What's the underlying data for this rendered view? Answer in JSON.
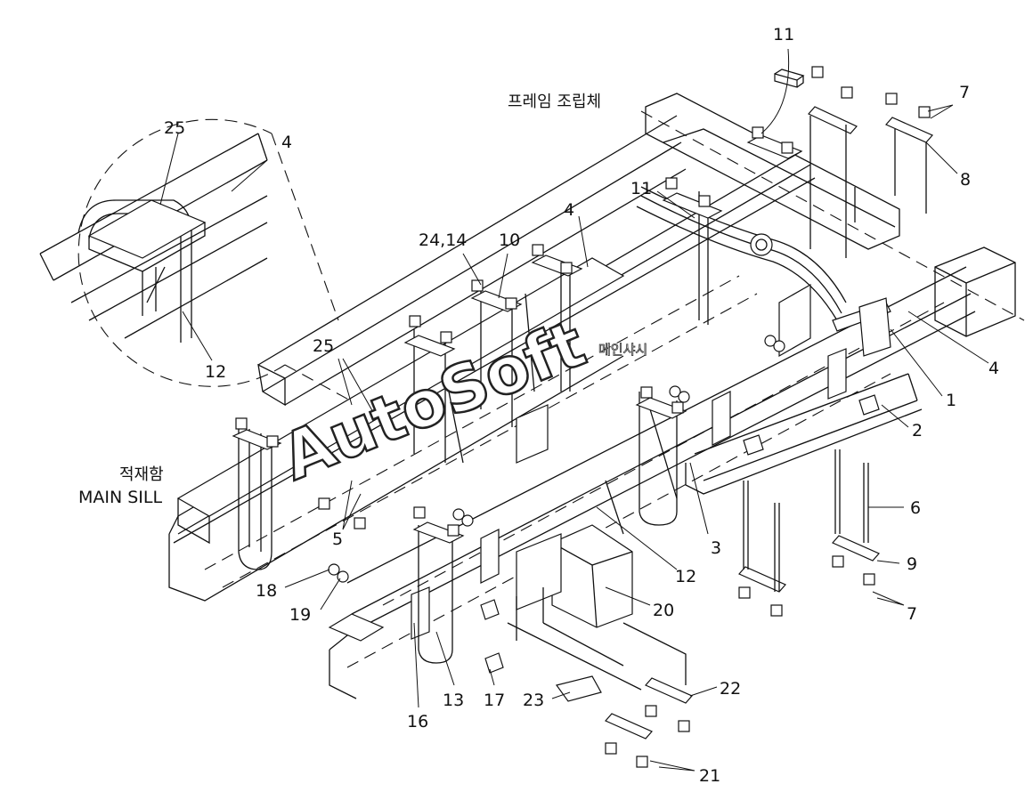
{
  "titles": {
    "frame_assembly": "프레임 조립체",
    "cargo_box": "적재함",
    "main_sill": "MAIN SILL"
  },
  "watermark": {
    "text": "AutoSoft",
    "subtext": "메인샤시"
  },
  "callouts": [
    {
      "id": "11-top",
      "text": "11"
    },
    {
      "id": "7-top",
      "text": "7"
    },
    {
      "id": "8",
      "text": "8"
    },
    {
      "id": "11-mid",
      "text": "11"
    },
    {
      "id": "4-mid",
      "text": "4"
    },
    {
      "id": "24-14",
      "text": "24,14"
    },
    {
      "id": "10",
      "text": "10"
    },
    {
      "id": "25-detail",
      "text": "25"
    },
    {
      "id": "4-detail",
      "text": "4"
    },
    {
      "id": "12-detail",
      "text": "12"
    },
    {
      "id": "25-main",
      "text": "25"
    },
    {
      "id": "1",
      "text": "1"
    },
    {
      "id": "4-right",
      "text": "4"
    },
    {
      "id": "2",
      "text": "2"
    },
    {
      "id": "6",
      "text": "6"
    },
    {
      "id": "9",
      "text": "9"
    },
    {
      "id": "7-bottom",
      "text": "7"
    },
    {
      "id": "3",
      "text": "3"
    },
    {
      "id": "12-main",
      "text": "12"
    },
    {
      "id": "20",
      "text": "20"
    },
    {
      "id": "22",
      "text": "22"
    },
    {
      "id": "21",
      "text": "21"
    },
    {
      "id": "23",
      "text": "23"
    },
    {
      "id": "17",
      "text": "17"
    },
    {
      "id": "13",
      "text": "13"
    },
    {
      "id": "16",
      "text": "16"
    },
    {
      "id": "18",
      "text": "18"
    },
    {
      "id": "19",
      "text": "19"
    },
    {
      "id": "5",
      "text": "5"
    }
  ]
}
